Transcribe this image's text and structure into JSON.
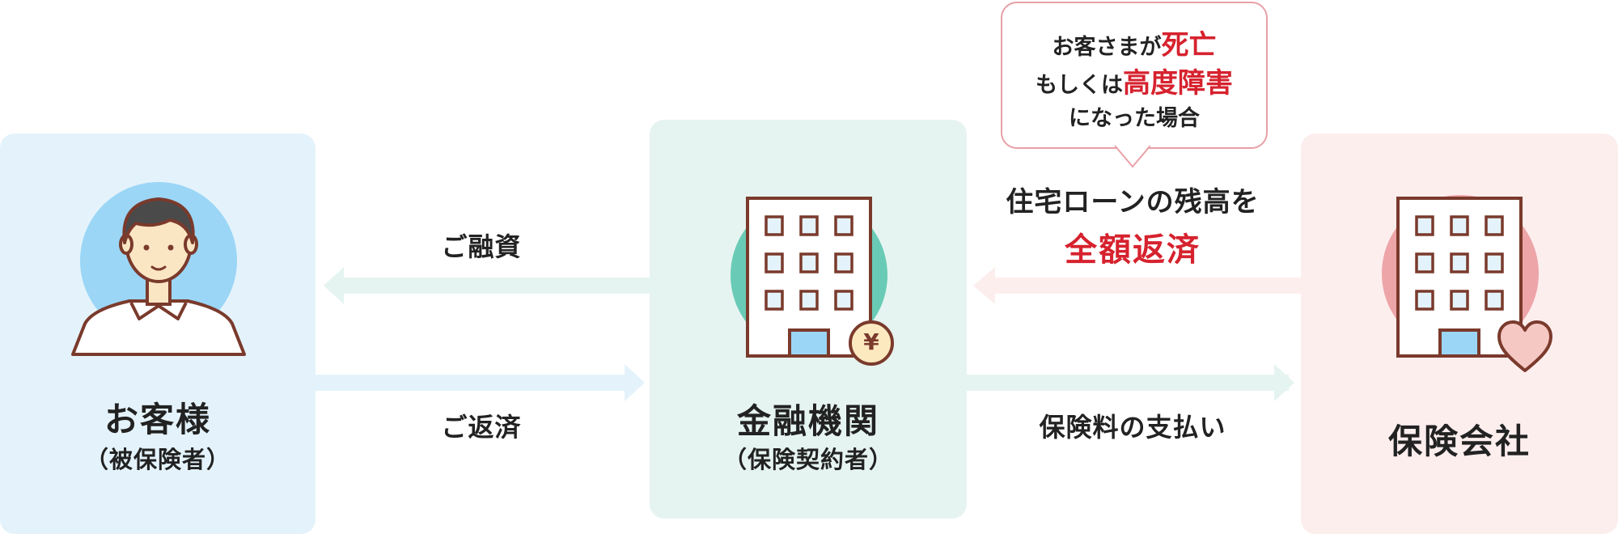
{
  "colors": {
    "customer_panel": "#e4f3fb",
    "bank_panel": "#e6f4f1",
    "insurer_panel": "#fdeeee",
    "customer_circle": "#9bd6f6",
    "bank_circle": "#69cbb6",
    "insurer_circle": "#eda5a8",
    "accent_red": "#d6222e",
    "outline": "#7a3a2c"
  },
  "customer": {
    "name": "お客様",
    "role": "（被保険者）"
  },
  "bank": {
    "name": "金融機関",
    "role": "（保険契約者）",
    "badge": "¥"
  },
  "insurer": {
    "name": "保険会社"
  },
  "flows": {
    "loan": "ご融資",
    "repayment": "ご返済",
    "premium": "保険料の支払い"
  },
  "payoff": {
    "line1": "住宅ローンの残高を",
    "line2": "全額返済"
  },
  "bubble": {
    "l1_pre": "お客さまが",
    "l1_hl": "死亡",
    "l2_pre": "もしくは",
    "l2_hl": "高度障害",
    "l3": "になった場合"
  },
  "icons": {
    "customer": "person-icon",
    "bank": "building-icon",
    "insurer": "building-icon",
    "bank_badge": "yen-coin-icon",
    "insurer_badge": "heart-icon"
  }
}
